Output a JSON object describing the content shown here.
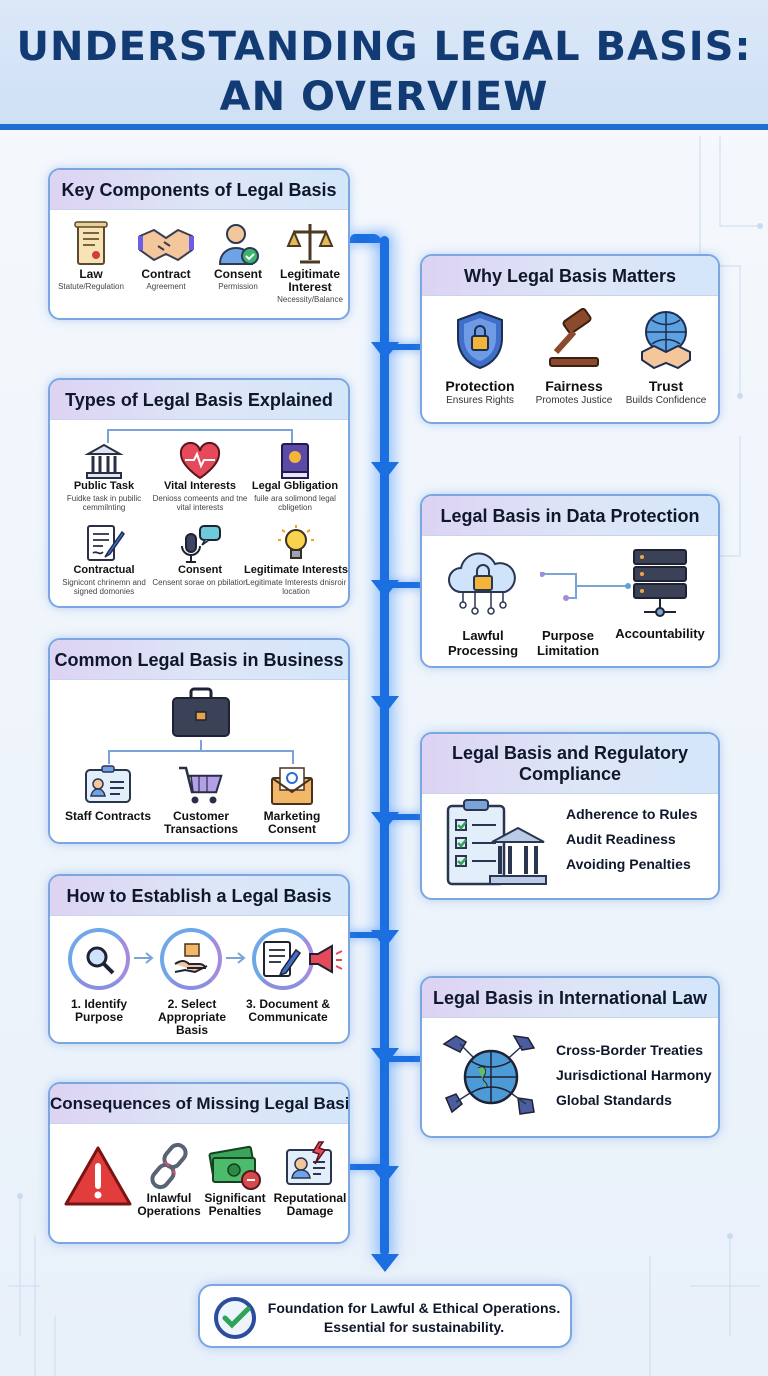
{
  "header": {
    "title": "UNDERSTANDING LEGAL BASIS: AN OVERVIEW"
  },
  "colors": {
    "accent": "#1b6fe0",
    "title": "#123b73",
    "border": "#7ba7e0"
  },
  "key_components": {
    "title": "Key Components of Legal Basis",
    "items": [
      {
        "label": "Law",
        "sub": "Statute/Regulation",
        "icon": "scroll-icon"
      },
      {
        "label": "Contract",
        "sub": "Agreement",
        "icon": "handshake-icon"
      },
      {
        "label": "Consent",
        "sub": "Permission",
        "icon": "person-check-icon"
      },
      {
        "label": "Legitimate Interest",
        "sub": "Necessity/Balance",
        "icon": "scales-icon"
      }
    ]
  },
  "why_matters": {
    "title": "Why Legal Basis Matters",
    "items": [
      {
        "label": "Protection",
        "sub": "Ensures Rights",
        "icon": "shield-lock-icon"
      },
      {
        "label": "Fairness",
        "sub": "Promotes Justice",
        "icon": "gavel-icon"
      },
      {
        "label": "Trust",
        "sub": "Builds Confidence",
        "icon": "globe-handshake-icon"
      }
    ]
  },
  "types": {
    "title": "Types of Legal Basis Explained",
    "items": [
      {
        "label": "Public Task",
        "sub": "Fuidke task in pubilic cemmilnting",
        "icon": "building-icon"
      },
      {
        "label": "Vital Interests",
        "sub": "Denioss comeents and tne vital interests",
        "icon": "heart-icon"
      },
      {
        "label": "Legal Gbligation",
        "sub": "fuile ara solimond legal cbligetion",
        "icon": "law-book-icon"
      },
      {
        "label": "Contractual",
        "sub": "Signicont chrinemn and signed domonies",
        "icon": "contract-pen-icon"
      },
      {
        "label": "Consent",
        "sub": "Censent sorae on pbilation",
        "icon": "microphone-chat-icon"
      },
      {
        "label": "Legitimate Interests",
        "sub": "Legitimate Imterests dnisroir location",
        "icon": "lightbulb-icon"
      }
    ]
  },
  "data_protection": {
    "title": "Legal Basis in Data Protection",
    "items": [
      {
        "label": "Lawful Processing",
        "icon": "cloud-lock-icon"
      },
      {
        "label": "Purpose Limitation",
        "icon": "flow-icon"
      },
      {
        "label": "Accountability",
        "icon": "server-icon"
      }
    ]
  },
  "business": {
    "title": "Common Legal Basis in Business",
    "items": [
      {
        "label": "Staff Contracts",
        "icon": "id-card-icon"
      },
      {
        "label": "Customer Transactions",
        "icon": "cart-icon"
      },
      {
        "label": "Marketing Consent",
        "icon": "email-icon"
      }
    ]
  },
  "regulatory": {
    "title": "Legal Basis and Regulatory Compliance",
    "items": [
      "Adherence to Rules",
      "Audit Readiness",
      "Avoiding Penalties"
    ]
  },
  "establish": {
    "title": "How to Establish a Legal Basis",
    "items": [
      {
        "label": "1. Identify Purpose",
        "icon": "magnifier-icon"
      },
      {
        "label": "2. Select Appropriate Basis",
        "icon": "hand-box-icon"
      },
      {
        "label": "3. Document & Communicate",
        "icon": "document-megaphone-icon"
      }
    ]
  },
  "international": {
    "title": "Legal Basis in International Law",
    "items": [
      "Cross-Border Treaties",
      "Jurisdictional Harmony",
      "Global Standards"
    ]
  },
  "consequences": {
    "title": "Consequences of Missing Legal Basis",
    "items": [
      {
        "label": "Inlawful Operations",
        "icon": "broken-chain-icon"
      },
      {
        "label": "Significant Penalties",
        "icon": "money-icon"
      },
      {
        "label": "Reputational Damage",
        "icon": "damaged-profile-icon"
      }
    ]
  },
  "footer": {
    "text": "Foundation for Lawful & Ethical Operations. Essential for sustainability."
  }
}
